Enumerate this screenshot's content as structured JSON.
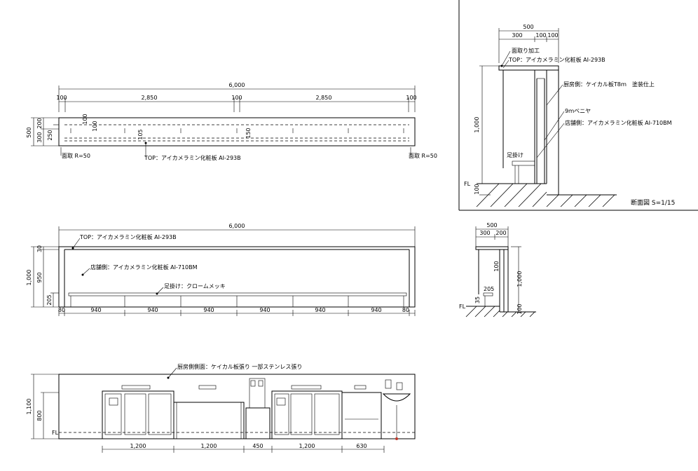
{
  "plan": {
    "total": "6,000",
    "segments": [
      "100",
      "2,850",
      "100",
      "2,850",
      "100"
    ],
    "left_dims": [
      "500",
      "200",
      "300",
      "250"
    ],
    "inner_dims": [
      "100",
      "100",
      "105",
      "150"
    ],
    "notes": {
      "chamfer_left": "面取 R=50",
      "top": "TOP：アイカメラミン化粧板 AI-293B",
      "chamfer_right": "面取 R=50"
    }
  },
  "front_elevation": {
    "total": "6,000",
    "left_dims": [
      "30",
      "1,000",
      "950",
      "205"
    ],
    "bottom_dims": [
      "80",
      "940",
      "940",
      "940",
      "940",
      "940",
      "940",
      "80"
    ],
    "notes": {
      "top": "TOP：アイカメラミン化粧板 AI-293B",
      "store_side": "店舗側：アイカメラミン化粧板 AI-710BM",
      "footrest": "足掛け：クロームメッキ"
    }
  },
  "section": {
    "top_dims": [
      "500",
      "300",
      "100",
      "100"
    ],
    "height": "1,000",
    "floor_dim": "100",
    "fl": "FL",
    "notes": {
      "chamfer": "面取り加工",
      "top": "TOP：アイカメラミン化粧板 AI-293B",
      "kitchen_side": "厨房側：ケイカル板T8ｍ　塗装仕上",
      "plywood": "9ｍベニヤ",
      "store_side": "店舗側：アイカメラミン化粧板 AI-710BM",
      "footrest": "足掛け"
    },
    "title": "断面図 S=1/15"
  },
  "small_section": {
    "top_dims": [
      "500",
      "300",
      "200"
    ],
    "dims": [
      "100",
      "1,000",
      "205",
      "35",
      "100"
    ],
    "fl": "FL"
  },
  "kitchen_elevation": {
    "note": "厨房側側面：ケイカル板張り 一部ステンレス張り",
    "left_dims": [
      "1,100",
      "800"
    ],
    "bottom_dims": [
      "1,200",
      "1,200",
      "450",
      "1,200",
      "630"
    ],
    "fl": "FL"
  }
}
